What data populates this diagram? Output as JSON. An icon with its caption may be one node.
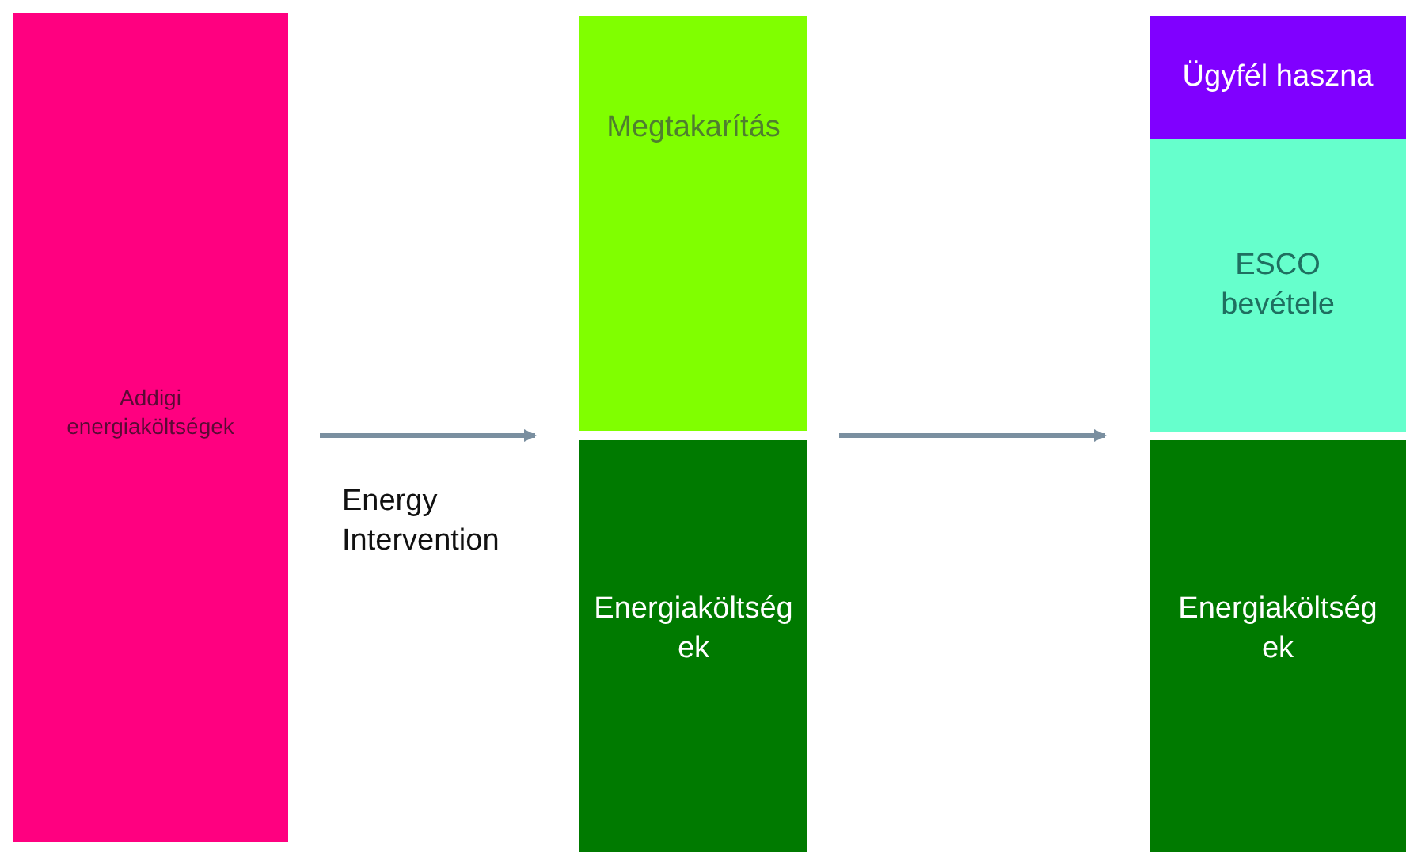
{
  "diagram": {
    "nodes": [
      {
        "text": [
          "Addigi energiaköltségek"
        ]
      },
      {
        "text": [
          "Megtakarítás"
        ]
      },
      {
        "text": [
          "Energiaköltségek"
        ]
      },
      {
        "text": [
          "Ügyfél haszna"
        ]
      },
      {
        "text": [
          "ESCO bevétele"
        ]
      },
      {
        "text": [
          "Energiaköltségek"
        ]
      }
    ],
    "edges": [
      {
        "from": 0,
        "to": 2,
        "arrow": "to",
        "label": "Energy Intervention"
      },
      {
        "from": 2,
        "to": 5,
        "arrow": "to"
      }
    ]
  }
}
